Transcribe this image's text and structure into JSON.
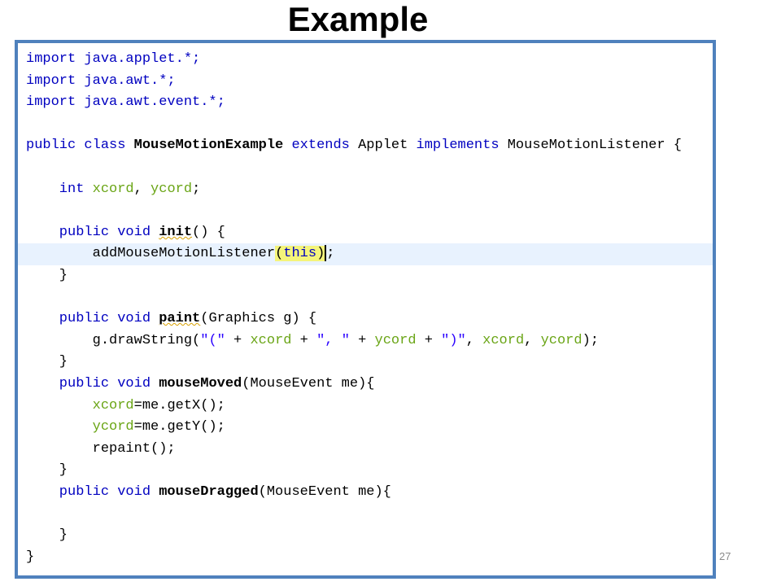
{
  "slide": {
    "title": "Example",
    "page_number": "27"
  },
  "code": {
    "language": "java",
    "lines": [
      {
        "tokens": [
          {
            "t": "import java.applet.*;",
            "c": "kw-blue"
          }
        ]
      },
      {
        "tokens": [
          {
            "t": "import java.awt.*;",
            "c": "kw-blue"
          }
        ]
      },
      {
        "tokens": [
          {
            "t": "import java.awt.event.*;",
            "c": "kw-blue"
          }
        ]
      },
      {
        "tokens": []
      },
      {
        "tokens": [
          {
            "t": "public class ",
            "c": "kw-blue"
          },
          {
            "t": "MouseMotionExample",
            "c": "plain bold"
          },
          {
            "t": " extends ",
            "c": "kw-blue"
          },
          {
            "t": "Applet",
            "c": "plain"
          },
          {
            "t": " implements ",
            "c": "kw-blue"
          },
          {
            "t": "MouseMotionListener {",
            "c": "plain"
          }
        ]
      },
      {
        "tokens": []
      },
      {
        "tokens": [
          {
            "t": "    int ",
            "c": "kw-blue"
          },
          {
            "t": "xcord",
            "c": "field-green"
          },
          {
            "t": ", ",
            "c": "plain"
          },
          {
            "t": "ycord",
            "c": "field-green"
          },
          {
            "t": ";",
            "c": "plain"
          }
        ]
      },
      {
        "tokens": []
      },
      {
        "tokens": [
          {
            "t": "    public void ",
            "c": "kw-blue"
          },
          {
            "t": "init",
            "c": "plain bold sq"
          },
          {
            "t": "() {",
            "c": "plain"
          }
        ]
      },
      {
        "current": true,
        "tokens": [
          {
            "t": "        addMouseMotionListener",
            "c": "plain"
          },
          {
            "t": "(",
            "c": "plain hl"
          },
          {
            "t": "this",
            "c": "kw-blue hl"
          },
          {
            "t": ")",
            "c": "plain hl"
          },
          {
            "t": "|",
            "c": "cursor"
          },
          {
            "t": ";",
            "c": "plain"
          }
        ]
      },
      {
        "tokens": [
          {
            "t": "    }",
            "c": "plain"
          }
        ]
      },
      {
        "tokens": []
      },
      {
        "tokens": [
          {
            "t": "    public void ",
            "c": "kw-blue"
          },
          {
            "t": "paint",
            "c": "plain bold sq"
          },
          {
            "t": "(Graphics g) {",
            "c": "plain"
          }
        ]
      },
      {
        "tokens": [
          {
            "t": "        g.drawString(",
            "c": "plain"
          },
          {
            "t": "\"(\"",
            "c": "string"
          },
          {
            "t": " + ",
            "c": "plain"
          },
          {
            "t": "xcord",
            "c": "field-green"
          },
          {
            "t": " + ",
            "c": "plain"
          },
          {
            "t": "\", \"",
            "c": "string"
          },
          {
            "t": " + ",
            "c": "plain"
          },
          {
            "t": "ycord",
            "c": "field-green"
          },
          {
            "t": " + ",
            "c": "plain"
          },
          {
            "t": "\")\"",
            "c": "string"
          },
          {
            "t": ", ",
            "c": "plain"
          },
          {
            "t": "xcord",
            "c": "field-green"
          },
          {
            "t": ", ",
            "c": "plain"
          },
          {
            "t": "ycord",
            "c": "field-green"
          },
          {
            "t": ");",
            "c": "plain"
          }
        ]
      },
      {
        "tokens": [
          {
            "t": "    }",
            "c": "plain"
          }
        ]
      },
      {
        "tokens": [
          {
            "t": "    public void ",
            "c": "kw-blue"
          },
          {
            "t": "mouseMoved",
            "c": "plain bold"
          },
          {
            "t": "(MouseEvent me){",
            "c": "plain"
          }
        ]
      },
      {
        "tokens": [
          {
            "t": "        ",
            "c": "plain"
          },
          {
            "t": "xcord",
            "c": "field-green"
          },
          {
            "t": "=me.getX();",
            "c": "plain"
          }
        ]
      },
      {
        "tokens": [
          {
            "t": "        ",
            "c": "plain"
          },
          {
            "t": "ycord",
            "c": "field-green"
          },
          {
            "t": "=me.getY();",
            "c": "plain"
          }
        ]
      },
      {
        "tokens": [
          {
            "t": "        repaint();",
            "c": "plain"
          }
        ]
      },
      {
        "tokens": [
          {
            "t": "    }",
            "c": "plain"
          }
        ]
      },
      {
        "tokens": [
          {
            "t": "    public void ",
            "c": "kw-blue"
          },
          {
            "t": "mouseDragged",
            "c": "plain bold"
          },
          {
            "t": "(MouseEvent me){",
            "c": "plain"
          }
        ]
      },
      {
        "tokens": []
      },
      {
        "tokens": [
          {
            "t": "    }",
            "c": "plain"
          }
        ]
      },
      {
        "tokens": [
          {
            "t": "}",
            "c": "plain"
          }
        ]
      }
    ]
  },
  "colors": {
    "frame_border": "#4f81bd",
    "keyword": "#0000c0",
    "field": "#6aa516",
    "string": "#2a00ff",
    "current_line": "#e8f2fe",
    "bracket_highlight": "#f4f47a",
    "page_number": "#8c8c8c"
  }
}
